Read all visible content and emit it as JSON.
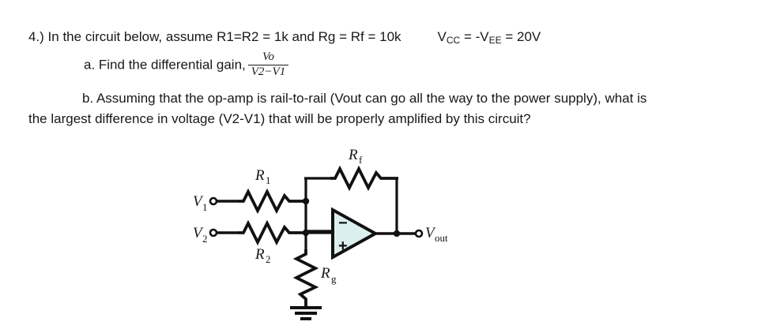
{
  "document": {
    "question_number": "4.)",
    "line1": {
      "text_before": "4.) In the circuit below, assume R1=R2 = 1k and Rg = Rf = 10k",
      "supply_v": "V",
      "supply_cc": "CC",
      "supply_mid": " = -V",
      "supply_ee": "EE",
      "supply_after": " = 20V"
    },
    "line2": {
      "prefix": "a. Find the differential gain,",
      "fraction_numerator": "Vo",
      "fraction_denominator": "V2−V1"
    },
    "line3": "b. Assuming that the op-amp is rail-to-rail (Vout can go all the way to the power supply), what is",
    "line4": "the largest difference in voltage (V2-V1) that will be properly amplified by this circuit?"
  },
  "circuit": {
    "title": "Difference amplifier circuit",
    "labels": {
      "r1": "R",
      "r1_sub": "1",
      "r2": "R",
      "r2_sub": "2",
      "rf": "R",
      "rf_sub": "f",
      "rg": "R",
      "rg_sub": "g",
      "v1": "V",
      "v1_sub": "1",
      "v2": "V",
      "v2_sub": "2",
      "vout": "V",
      "vout_sub": "out",
      "opamp_minus": "−",
      "opamp_plus": "+"
    },
    "colors": {
      "wire": "#111111",
      "opamp_fill": "#dcefef",
      "opamp_stroke": "#111111",
      "text": "#181818",
      "background": "#ffffff"
    }
  }
}
